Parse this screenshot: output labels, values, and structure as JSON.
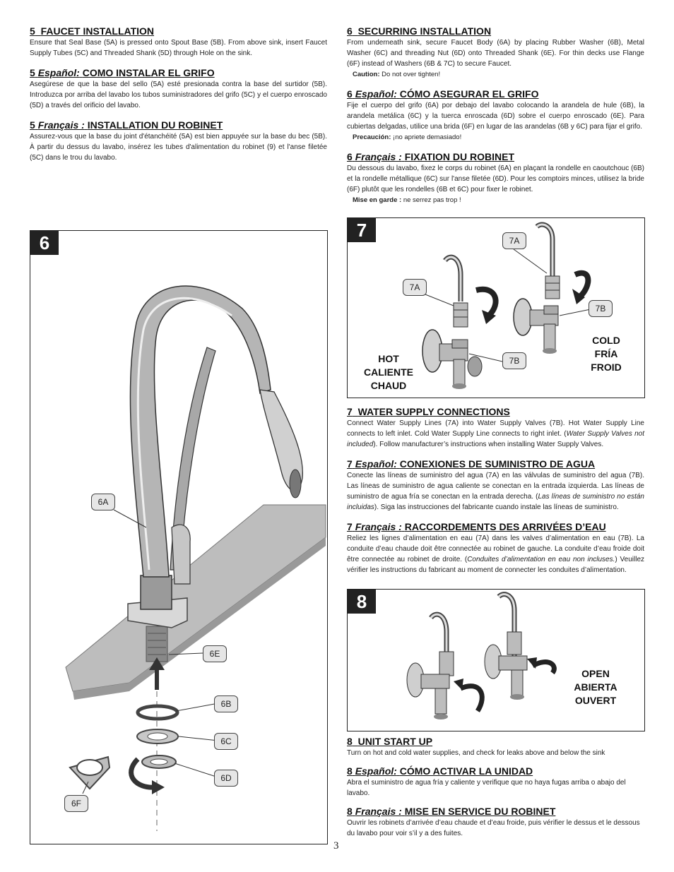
{
  "left_col": {
    "s5": {
      "heading_num": "5",
      "heading": "FAUCET INSTALLATION",
      "body": "Ensure that Seal Base (5A) is pressed onto Spout Base (5B).  From above sink, insert Faucet Supply Tubes (5C) and Threaded Shank (5D) through Hole on the sink."
    },
    "s5_es": {
      "heading_num": "5",
      "heading_lang": "Español:",
      "heading": "COMO INSTALAR EL GRIFO",
      "body": "Asegúrese de que la base del sello (5A) esté presionada contra la base del surtidor (5B). Introduzca por arriba del lavabo los tubos suministradores del grifo (5C) y el cuerpo enroscado (5D) a través del orificio del lavabo."
    },
    "s5_fr": {
      "heading_num": "5",
      "heading_lang": "Français :",
      "heading": "INSTALLATION DU ROBINET",
      "body": "Assurez-vous que la base du joint d'étanchéité (5A) est bien appuyée sur la base du bec (5B).  À partir du dessus du lavabo, insérez les tubes d'alimentation du robinet (9) et l'anse filetée (5C) dans le trou du lavabo."
    }
  },
  "right_col": {
    "s6": {
      "heading_num": "6",
      "heading": "SECURRING INSTALLATION",
      "body": "From underneath sink, secure Faucet Body (6A) by placing Rubber Washer (6B), Metal Washer (6C) and threading Nut (6D) onto Threaded Shank (6E).  For thin decks use Flange (6F) instead of Washers (6B & 7C) to secure Faucet.",
      "note_label": "Caution:",
      "note": "Do not over tighten!"
    },
    "s6_es": {
      "heading_num": "6",
      "heading_lang": "Español:",
      "heading": "CÓMO ASEGURAR EL GRIFO",
      "body": "Fije el cuerpo del grifo (6A) por debajo del lavabo colocando la arandela de hule (6B), la arandela metálica (6C) y la tuerca enroscada (6D) sobre el cuerpo enroscado (6E). Para cubiertas delgadas, utilice una brida (6F) en lugar de las arandelas (6B y 6C) para fijar el grifo.",
      "note_label": "Precaución:",
      "note": "¡no apriete demasiado!"
    },
    "s6_fr": {
      "heading_num": "6",
      "heading_lang": "Français :",
      "heading": "FIXATION DU ROBINET",
      "body": "Du dessous du lavabo, fixez le corps du robinet (6A) en plaçant la rondelle en caoutchouc (6B) et la rondelle métallique (6C) sur l'anse filetée (6D). Pour les comptoirs minces, utilisez la bride (6F) plutôt que les rondelles (6B et 6C) pour fixer le robinet.",
      "note_label": "Mise en garde :",
      "note": "ne serrez pas trop !"
    },
    "s7": {
      "heading_num": "7",
      "heading": "WATER SUPPLY CONNECTIONS",
      "body_a": "Connect Water Supply Lines (7A) into Water Supply Valves (7B).  Hot Water Supply Line connects to left inlet.  Cold Water Supply Line connects to right inlet.  (",
      "body_i": "Water Supply Valves not included",
      "body_b": ").  Follow manufacturer’s instructions when installing Water Supply Valves."
    },
    "s7_es": {
      "heading_num": "7",
      "heading_lang": "Español:",
      "heading": "CONEXIONES DE SUMINISTRO DE AGUA",
      "body_a": "Conecte las líneas de suministro del agua (7A) en las válvulas de suministro del agua (7B). Las líneas de suministro de agua caliente se conectan en la entrada izquierda. Las líneas de suministro de agua fría se conectan en la entrada derecha. (",
      "body_i": "Las líneas de suministro no están incluidas",
      "body_b": "). Siga las instrucciones del fabricante cuando instale las líneas de suministro."
    },
    "s7_fr": {
      "heading_num": "7",
      "heading_lang": "Français :",
      "heading": "RACCORDEMENTS DES ARRIVÉES D’EAU",
      "body_a": "Reliez les lignes d’alimentation en eau (7A) dans les valves d’alimentation en eau (7B). La conduite d’eau chaude doit être connectée au robinet de gauche. La conduite d’eau froide doit être connectée au robinet de droite. (",
      "body_i": "Conduites d’alimentation en eau non incluses.",
      "body_b": ") Veuillez vérifier les instructions du fabricant au moment de connecter les conduites d’alimentation."
    },
    "s8": {
      "heading_num": "8",
      "heading": "UNIT START UP",
      "body": "Turn on hot and cold water supplies, and check for leaks above and below the sink"
    },
    "s8_es": {
      "heading_num": "8",
      "heading_lang": "Español:",
      "heading": "CÓMO ACTIVAR LA UNIDAD",
      "body": "Abra el suministro de agua fría y caliente y verifique que no haya fugas arriba o abajo del lavabo."
    },
    "s8_fr": {
      "heading_num": "8",
      "heading_lang": "Français :",
      "heading": "MISE EN SERVICE DU ROBINET",
      "body": "Ouvrir les robinets d’arrivée d’eau chaude et d’eau froide, puis vérifier le dessus et le dessous du lavabo pour voir s’il y a des fuites."
    }
  },
  "fig6": {
    "badge": "6",
    "callouts": {
      "a": "6A",
      "e": "6E",
      "b": "6B",
      "c": "6C",
      "d": "6D",
      "f": "6F"
    }
  },
  "fig7": {
    "badge": "7",
    "callouts": {
      "a_left": "7A",
      "a_right": "7A",
      "b_left": "7B",
      "b_right": "7B"
    },
    "hot_label": [
      "HOT",
      "CALIENTE",
      "CHAUD"
    ],
    "cold_label": [
      "COLD",
      "FRÍA",
      "FROID"
    ]
  },
  "fig8": {
    "badge": "8",
    "open_label": [
      "OPEN",
      "ABIERTA",
      "OUVERT"
    ]
  },
  "page_number": "3"
}
